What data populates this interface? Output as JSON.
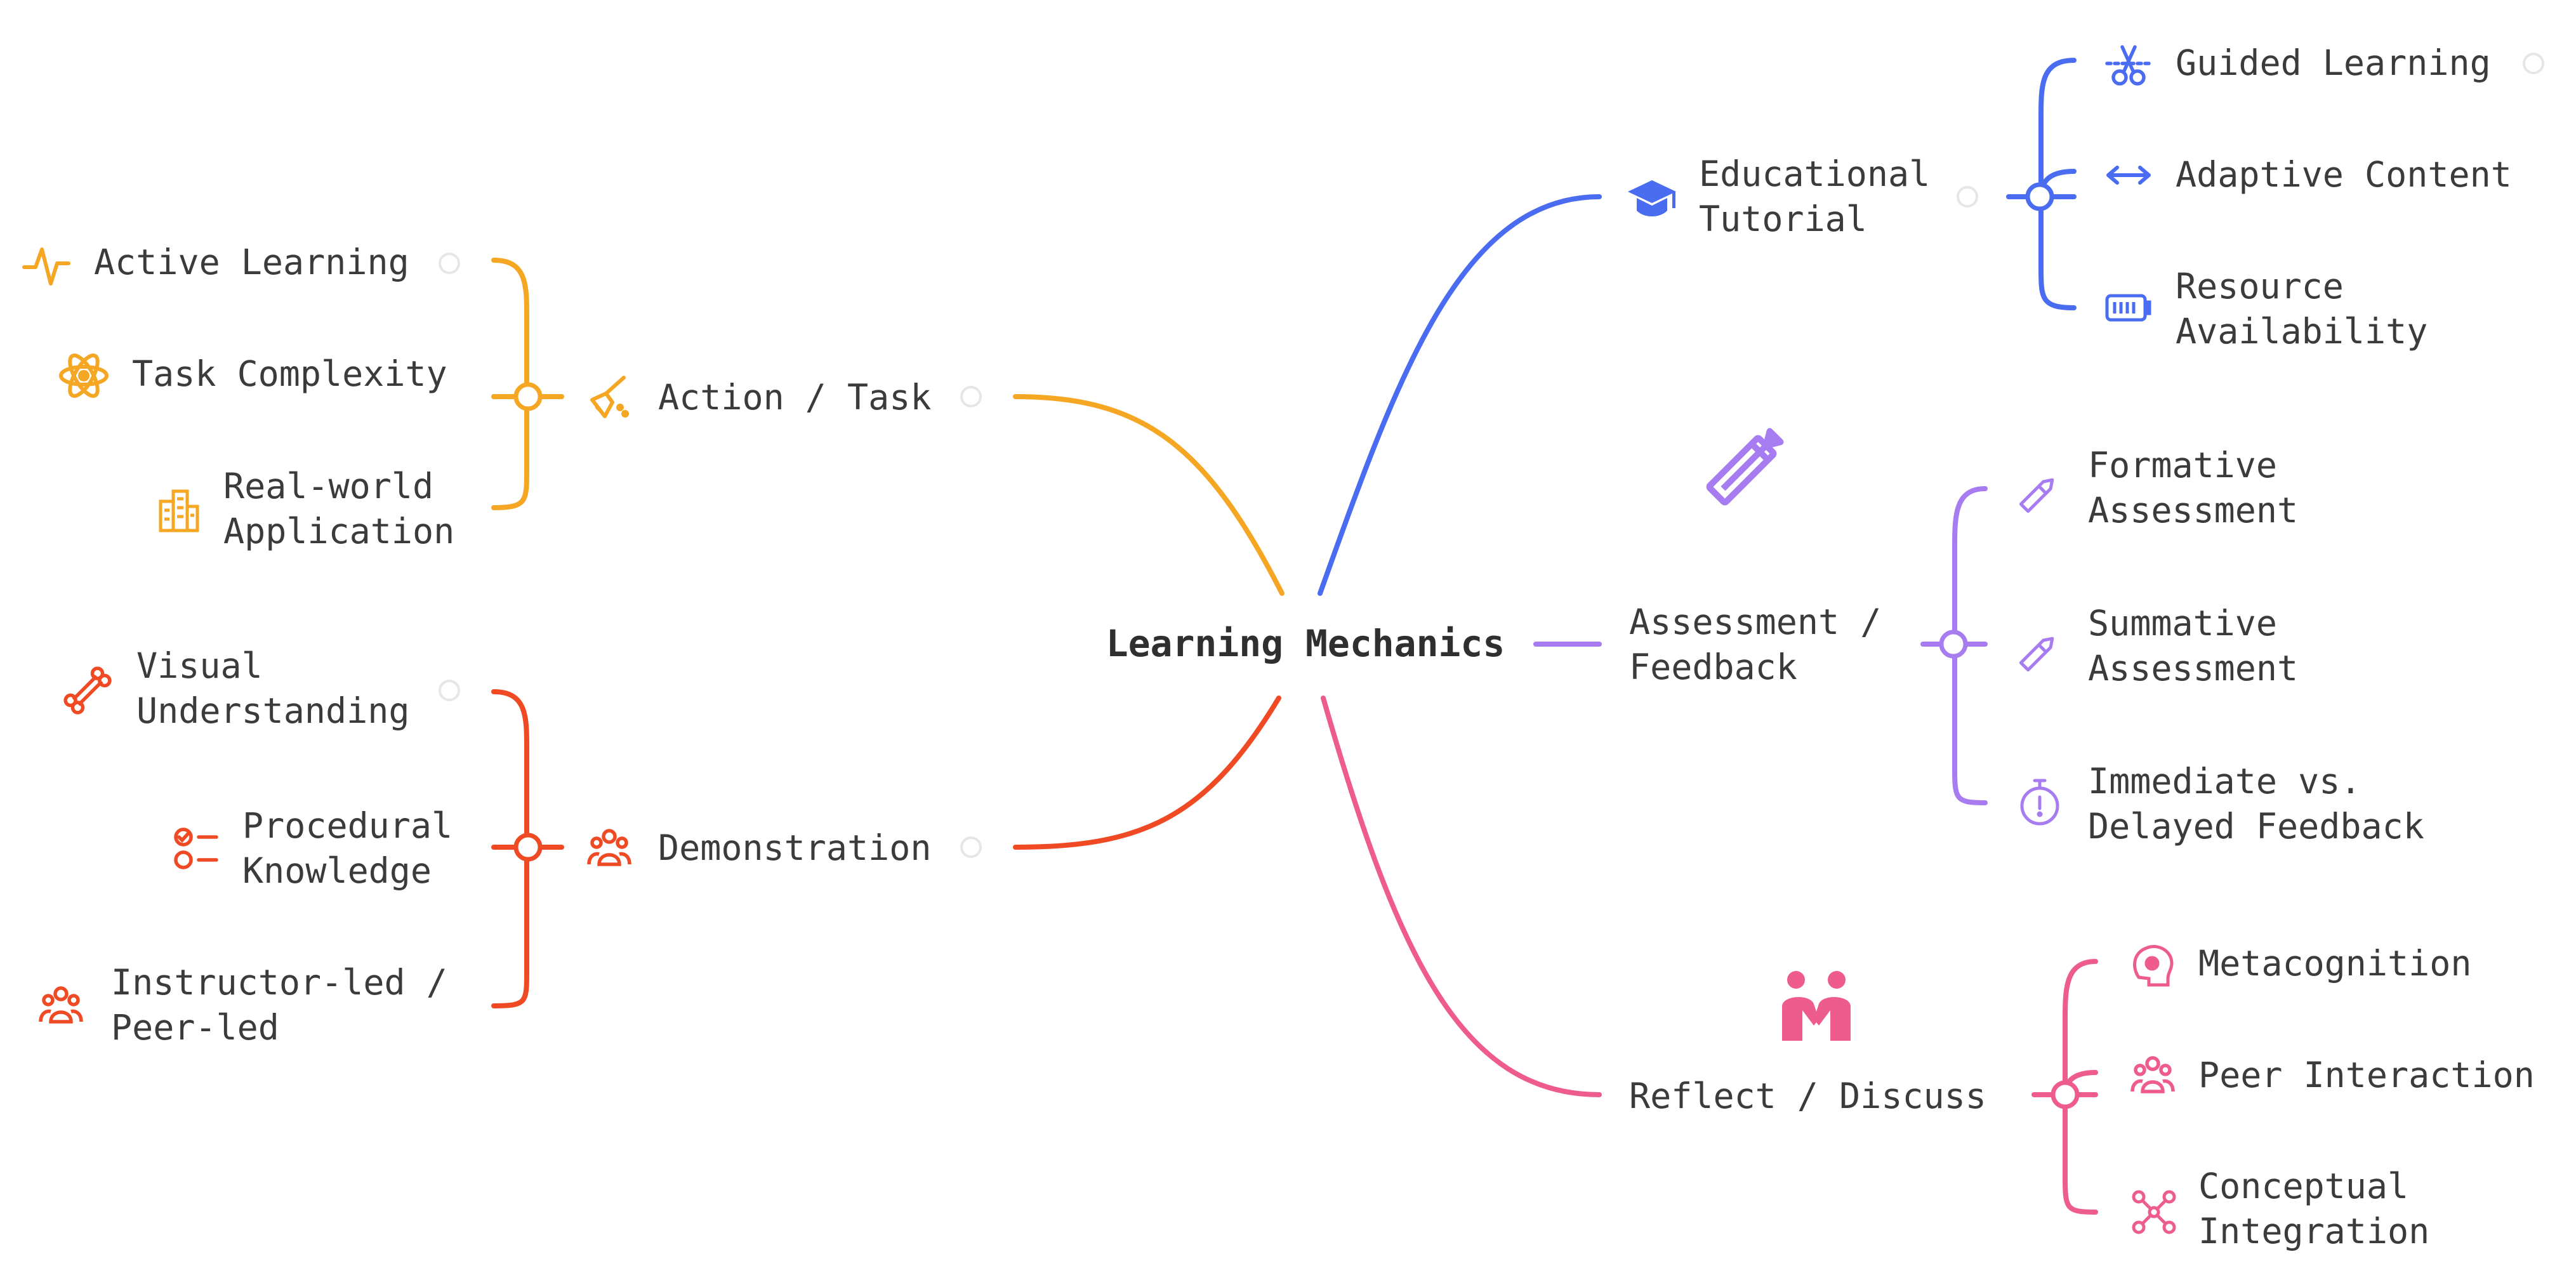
{
  "center": {
    "label": "Learning Mechanics"
  },
  "colors": {
    "action": "#F5A623",
    "demonstration": "#EF4A23",
    "tutorial": "#4A6CF0",
    "assessment": "#A77CF0",
    "reflect": "#EE5C8E"
  },
  "branches": {
    "action": {
      "label": "Action / Task",
      "icon": "broom-icon",
      "children": [
        {
          "label": "Active Learning",
          "icon": "pulse-icon"
        },
        {
          "label": "Task Complexity",
          "icon": "atom-icon"
        },
        {
          "label": "Real-world Application",
          "line1": "Real-world",
          "line2": "Application",
          "icon": "building-icon"
        }
      ]
    },
    "demonstration": {
      "label": "Demonstration",
      "icon": "group-icon",
      "children": [
        {
          "label": "Visual Understanding",
          "line1": "Visual",
          "line2": "Understanding",
          "icon": "bone-icon"
        },
        {
          "label": "Procedural Knowledge",
          "line1": "Procedural",
          "line2": "Knowledge",
          "icon": "checklist-icon"
        },
        {
          "label": "Instructor-led / Peer-led",
          "line1": "Instructor-led /",
          "line2": "Peer-led",
          "icon": "group-icon"
        }
      ]
    },
    "tutorial": {
      "label": "Educational Tutorial",
      "line1": "Educational",
      "line2": "Tutorial",
      "icon": "graduation-cap-icon",
      "children": [
        {
          "label": "Guided Learning",
          "icon": "scissors-icon"
        },
        {
          "label": "Adaptive Content",
          "icon": "resize-horizontal-icon"
        },
        {
          "label": "Resource Availability",
          "line1": "Resource",
          "line2": "Availability",
          "icon": "battery-icon"
        }
      ]
    },
    "assessment": {
      "label": "Assessment / Feedback",
      "line1": "Assessment /",
      "line2": "Feedback",
      "icon": "pencil-icon",
      "children": [
        {
          "label": "Formative Assessment",
          "line1": "Formative",
          "line2": "Assessment",
          "icon": "pencil-icon"
        },
        {
          "label": "Summative Assessment",
          "line1": "Summative",
          "line2": "Assessment",
          "icon": "pencil-icon"
        },
        {
          "label": "Immediate vs. Delayed Feedback",
          "line1": "Immediate vs.",
          "line2": "Delayed Feedback",
          "icon": "stopwatch-icon"
        }
      ]
    },
    "reflect": {
      "label": "Reflect / Discuss",
      "icon": "handshake-icon",
      "children": [
        {
          "label": "Metacognition",
          "icon": "brain-gear-icon"
        },
        {
          "label": "Peer Interaction",
          "icon": "group-icon"
        },
        {
          "label": "Conceptual Integration",
          "line1": "Conceptual",
          "line2": "Integration",
          "icon": "network-icon"
        }
      ]
    }
  }
}
